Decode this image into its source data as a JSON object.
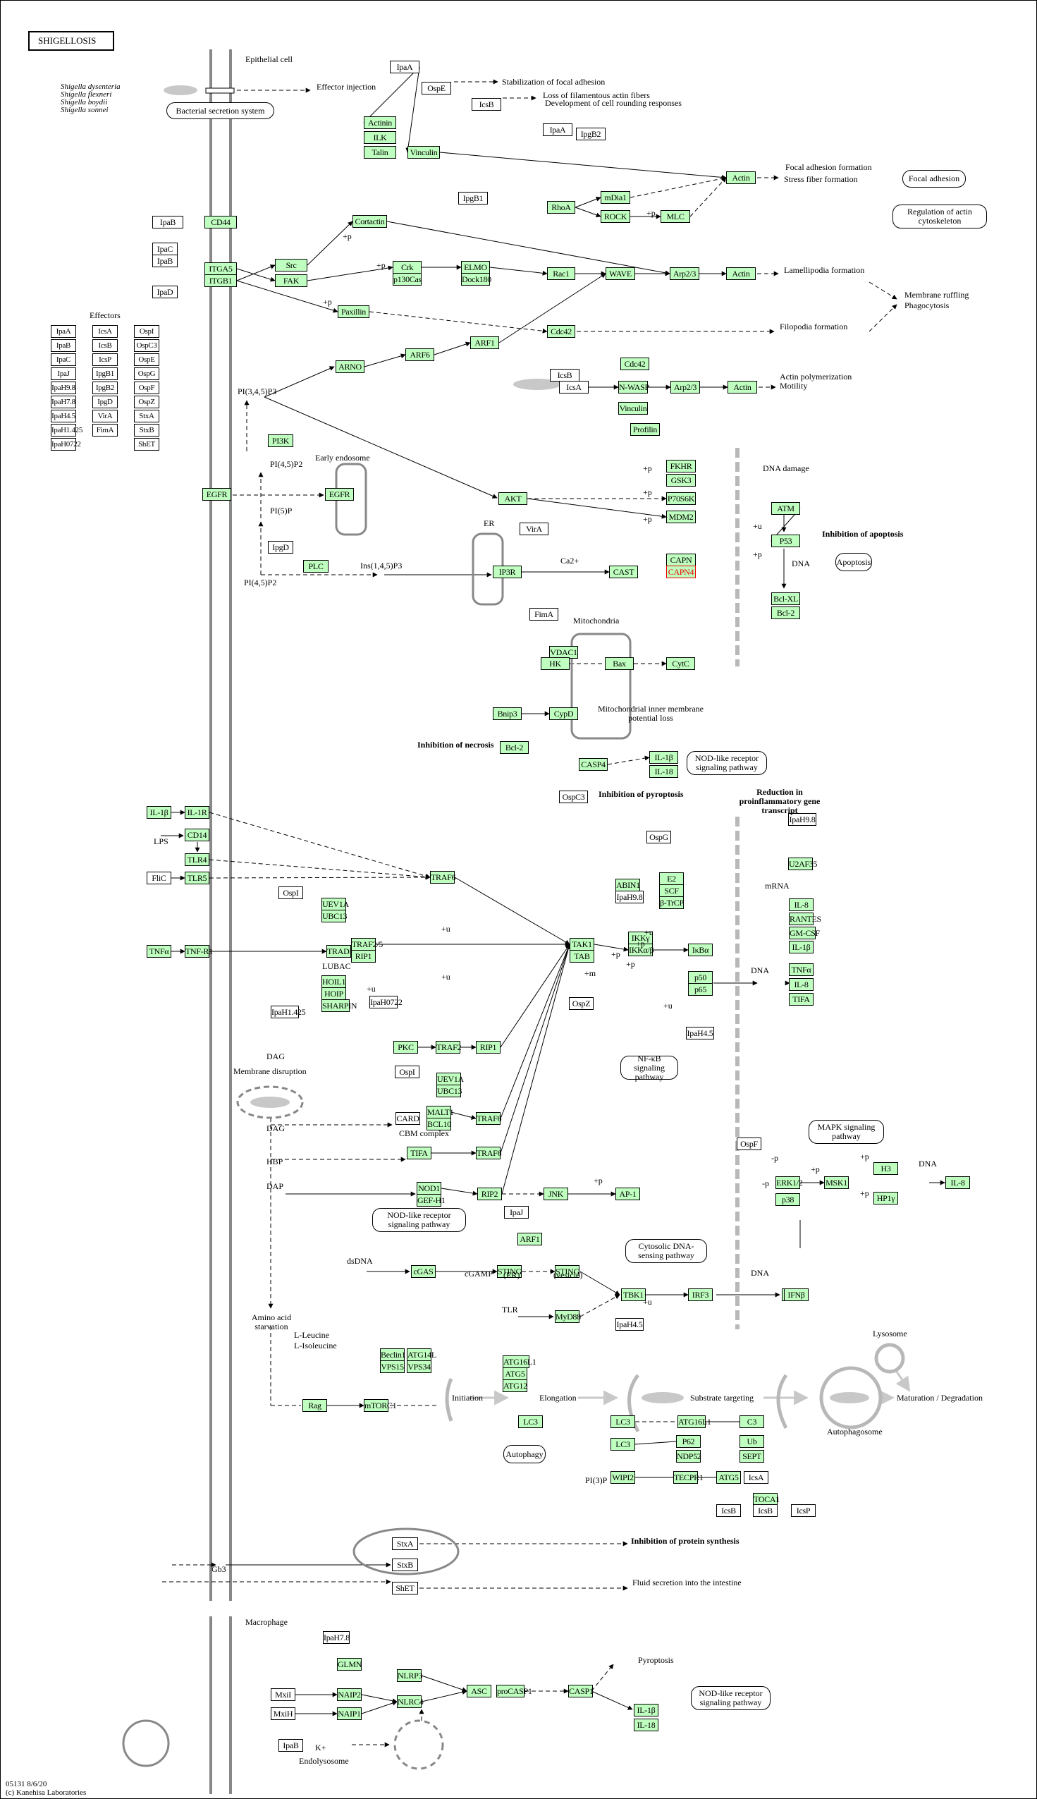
{
  "title": "SHIGELLOSIS",
  "footer": {
    "id_line": "05131 8/6/20",
    "copyright": "(c) Kanehisa Laboratories"
  },
  "species": [
    "Shigella dysenteria",
    "Shigella flexneri",
    "Shigella boydii",
    "Shigella sonnei"
  ],
  "colors": {
    "gene": "#bfffbf",
    "highlight": "#ee0000",
    "membrane": "#888888",
    "dashed_barrier": "#b8b8b8"
  },
  "effectors": {
    "title": "Effectors",
    "col1": [
      "IpaA",
      "IpaB",
      "IpaC",
      "IpaJ",
      "IpaH9.8",
      "IpaH7.8",
      "IpaH4.5",
      "IpaH1.425",
      "IpaH0722"
    ],
    "col2": [
      "IcsA",
      "IcsB",
      "IcsP",
      "IpgB1",
      "IpgB2",
      "IpgD",
      "VirA",
      "FimA"
    ],
    "col3": [
      "OspI",
      "OspC3",
      "OspE",
      "OspG",
      "OspF",
      "OspZ",
      "StxA",
      "StxB",
      "ShET"
    ]
  },
  "pathway_maps": {
    "bacterial_secretion": "Bacterial secretion system",
    "focal_adhesion": "Focal adhesion",
    "actin_cytoskeleton": "Regulation of actin cytoskeleton",
    "apoptosis": "Apoptosis",
    "nod_like_1": "NOD-like receptor signaling pathway",
    "nfkb": "NF-κB signaling pathway",
    "mapk": "MAPK signaling pathway",
    "nod_like_2": "NOD-like receptor signaling pathway",
    "cytosolic_dna": "Cytosolic DNA-sensing pathway",
    "autophagy": "Autophagy",
    "nod_like_3": "NOD-like receptor signaling pathway"
  },
  "labels": {
    "epithelial_cell": "Epithelial cell",
    "effector_injection": "Effector injection",
    "stabilization": "Stabilization of focal adhesion",
    "loss_fibers": "Loss of filamentous actin fibers",
    "cell_rounding": "Development of cell rounding responses",
    "focal_formation": "Focal adhesion formation",
    "stress_fiber": "Stress fiber formation",
    "lamellipodia": "Lamellipodia formation",
    "filopodia": "Filopodia formation",
    "membrane_ruffling": "Membrane ruffling",
    "phagocytosis": "Phagocytosis",
    "actin_poly": "Actin polymerization",
    "motility": "Motility",
    "pi345p3": "PI(3,4,5)P3",
    "pi45p2_a": "PI(4,5)P2",
    "pi5p": "PI(5)P",
    "pi45p2_b": "PI(4,5)P2",
    "ins145p3": "Ins(1,4,5)P3",
    "early_endosome": "Early endosome",
    "er": "ER",
    "ca2": "Ca2+",
    "dna_damage": "DNA damage",
    "inhibition_apoptosis": "Inhibition of apoptosis",
    "dna_a": "DNA",
    "mitochondria": "Mitochondria",
    "mito_loss": "Mitochondrial inner membrane potential loss",
    "inhibition_necrosis": "Inhibition of necrosis",
    "inhibition_pyroptosis": "Inhibition of pyroptosis",
    "reduction": "Reduction in proinflammatory gene transcript",
    "lps": "LPS",
    "mrna": "mRNA",
    "dna_b": "DNA",
    "lubac": "LUBAC",
    "membrane_disruption": "Membrane disruption",
    "dag1": "DAG",
    "dag2": "DAG",
    "hbp": "HBP",
    "dap": "DAP",
    "cbm": "CBM complex",
    "dsdna": "dsDNA",
    "cgamp": "cGAMP",
    "er2": "(ER)",
    "vesicle": "(vesicle)",
    "tlr": "TLR",
    "dna_c": "DNA",
    "dna_d": "DNA",
    "amino_acid": "Amino acid starvation",
    "leucine": "L-Leucine",
    "isoleucine": "L-Isoleucine",
    "initiation": "Initiation",
    "elongation": "Elongation",
    "substrate": "Substrate targeting",
    "maturation": "Maturation / Degradation",
    "lysosome": "Lysosome",
    "autophagosome": "Autophagosome",
    "pi3p": "PI(3)P",
    "inhibition_protein": "Inhibition of protein synthesis",
    "fluid_secretion": "Fluid secretion into the intestine",
    "gb3": "Gb3",
    "macrophage": "Macrophage",
    "pyroptosis": "Pyroptosis",
    "k_plus": "K+",
    "endolysosome": "Endolysosome",
    "p_plus": "+p",
    "u_plus": "+u",
    "m_plus": "+m",
    "p_minus": "-p"
  },
  "nodes": [
    {
      "id": "ipaB_a",
      "label": "IpaB",
      "type": "effector"
    },
    {
      "id": "cd44",
      "label": "CD44",
      "type": "gene"
    },
    {
      "id": "ipaC",
      "label": "IpaC",
      "type": "effector"
    },
    {
      "id": "ipaB_b",
      "label": "IpaB",
      "type": "effector"
    },
    {
      "id": "ipaD",
      "label": "IpaD",
      "type": "effector"
    },
    {
      "id": "itga5",
      "label": "ITGA5",
      "type": "gene"
    },
    {
      "id": "itgb1",
      "label": "ITGB1",
      "type": "gene"
    },
    {
      "id": "src",
      "label": "Src",
      "type": "gene"
    },
    {
      "id": "fak",
      "label": "FAK",
      "type": "gene"
    },
    {
      "id": "ipaA_a",
      "label": "IpaA",
      "type": "effector"
    },
    {
      "id": "ospE",
      "label": "OspE",
      "type": "effector"
    },
    {
      "id": "icsB_a",
      "label": "IcsB",
      "type": "effector"
    },
    {
      "id": "actinin",
      "label": "Actinin",
      "type": "gene"
    },
    {
      "id": "ilk",
      "label": "ILK",
      "type": "gene"
    },
    {
      "id": "talin",
      "label": "Talin",
      "type": "gene"
    },
    {
      "id": "vinculin_a",
      "label": "Vinculin",
      "type": "gene"
    },
    {
      "id": "cortactin",
      "label": "Cortactin",
      "type": "gene"
    },
    {
      "id": "crk",
      "label": "Crk",
      "type": "gene"
    },
    {
      "id": "p130cas",
      "label": "p130Cas",
      "type": "gene"
    },
    {
      "id": "ipgB1",
      "label": "IpgB1",
      "type": "effector"
    },
    {
      "id": "elmo",
      "label": "ELMO",
      "type": "gene"
    },
    {
      "id": "dock180",
      "label": "Dock180",
      "type": "gene"
    },
    {
      "id": "paxillin",
      "label": "Paxillin",
      "type": "gene"
    },
    {
      "id": "ipaA_b",
      "label": "IpaA",
      "type": "effector"
    },
    {
      "id": "ipgB2",
      "label": "IpgB2",
      "type": "effector"
    },
    {
      "id": "rhoa",
      "label": "RhoA",
      "type": "gene"
    },
    {
      "id": "mdia1",
      "label": "mDia1",
      "type": "gene"
    },
    {
      "id": "rock",
      "label": "ROCK",
      "type": "gene"
    },
    {
      "id": "mlc",
      "label": "MLC",
      "type": "gene"
    },
    {
      "id": "actin_a",
      "label": "Actin",
      "type": "gene"
    },
    {
      "id": "rac1",
      "label": "Rac1",
      "type": "gene"
    },
    {
      "id": "wave",
      "label": "WAVE",
      "type": "gene"
    },
    {
      "id": "arp23_a",
      "label": "Arp2/3",
      "type": "gene"
    },
    {
      "id": "actin_b",
      "label": "Actin",
      "type": "gene"
    },
    {
      "id": "cdc42_a",
      "label": "Cdc42",
      "type": "gene"
    },
    {
      "id": "arno",
      "label": "ARNO",
      "type": "gene"
    },
    {
      "id": "arf6",
      "label": "ARF6",
      "type": "gene"
    },
    {
      "id": "arf1_a",
      "label": "ARF1",
      "type": "gene"
    },
    {
      "id": "cdc42_b",
      "label": "Cdc42",
      "type": "gene"
    },
    {
      "id": "icsB_b",
      "label": "IcsB",
      "type": "effector"
    },
    {
      "id": "icsA_a",
      "label": "IcsA",
      "type": "effector"
    },
    {
      "id": "nwasp",
      "label": "N-WASP",
      "type": "gene"
    },
    {
      "id": "arp23_b",
      "label": "Arp2/3",
      "type": "gene"
    },
    {
      "id": "actin_c",
      "label": "Actin",
      "type": "gene"
    },
    {
      "id": "vinculin_b",
      "label": "Vinculin",
      "type": "gene"
    },
    {
      "id": "profilin",
      "label": "Profilin",
      "type": "gene"
    },
    {
      "id": "pi3k",
      "label": "PI3K",
      "type": "gene"
    },
    {
      "id": "egfr_a",
      "label": "EGFR",
      "type": "gene"
    },
    {
      "id": "egfr_b",
      "label": "EGFR",
      "type": "gene"
    },
    {
      "id": "ipgD",
      "label": "IpgD",
      "type": "effector"
    },
    {
      "id": "plc",
      "label": "PLC",
      "type": "gene"
    },
    {
      "id": "akt",
      "label": "AKT",
      "type": "gene"
    },
    {
      "id": "fkhr",
      "label": "FKHR",
      "type": "gene"
    },
    {
      "id": "gsk3",
      "label": "GSK3",
      "type": "gene"
    },
    {
      "id": "p70s6k",
      "label": "P70S6K",
      "type": "gene"
    },
    {
      "id": "mdm2",
      "label": "MDM2",
      "type": "gene"
    },
    {
      "id": "ip3r",
      "label": "IP3R",
      "type": "gene"
    },
    {
      "id": "virA",
      "label": "VirA",
      "type": "effector"
    },
    {
      "id": "cast",
      "label": "CAST",
      "type": "gene"
    },
    {
      "id": "capn",
      "label": "CAPN",
      "type": "gene"
    },
    {
      "id": "capn4",
      "label": "CAPN4",
      "type": "gene-highlight"
    },
    {
      "id": "atm",
      "label": "ATM",
      "type": "gene"
    },
    {
      "id": "p53",
      "label": "P53",
      "type": "gene"
    },
    {
      "id": "bclxl",
      "label": "Bcl-XL",
      "type": "gene"
    },
    {
      "id": "bcl2_a",
      "label": "Bcl-2",
      "type": "gene"
    },
    {
      "id": "fimA",
      "label": "FimA",
      "type": "effector"
    },
    {
      "id": "vdac1",
      "label": "VDAC1",
      "type": "gene"
    },
    {
      "id": "hk",
      "label": "HK",
      "type": "gene"
    },
    {
      "id": "bax",
      "label": "Bax",
      "type": "gene"
    },
    {
      "id": "cytc",
      "label": "CytC",
      "type": "gene"
    },
    {
      "id": "bnip3",
      "label": "Bnip3",
      "type": "gene"
    },
    {
      "id": "cypd",
      "label": "CypD",
      "type": "gene"
    },
    {
      "id": "bcl2_b",
      "label": "Bcl-2",
      "type": "gene"
    },
    {
      "id": "casp4",
      "label": "CASP4",
      "type": "gene"
    },
    {
      "id": "il1b_a",
      "label": "IL-1β",
      "type": "gene"
    },
    {
      "id": "il18_a",
      "label": "IL-18",
      "type": "gene"
    },
    {
      "id": "ospC3",
      "label": "OspC3",
      "type": "effector"
    },
    {
      "id": "il1b_b",
      "label": "IL-1β",
      "type": "gene"
    },
    {
      "id": "il1r",
      "label": "IL-1R",
      "type": "gene"
    },
    {
      "id": "cd14",
      "label": "CD14",
      "type": "gene"
    },
    {
      "id": "tlr4",
      "label": "TLR4",
      "type": "gene"
    },
    {
      "id": "flic",
      "label": "FliC",
      "type": "effector"
    },
    {
      "id": "tlr5",
      "label": "TLR5",
      "type": "gene"
    },
    {
      "id": "traf6_a",
      "label": "TRAF6",
      "type": "gene"
    },
    {
      "id": "ospI_a",
      "label": "OspI",
      "type": "effector"
    },
    {
      "id": "uev1a_a",
      "label": "UEV1A",
      "type": "gene"
    },
    {
      "id": "ubc13_a",
      "label": "UBC13",
      "type": "gene"
    },
    {
      "id": "tnfa_a",
      "label": "TNFα",
      "type": "gene"
    },
    {
      "id": "tnfr1",
      "label": "TNF-R1",
      "type": "gene"
    },
    {
      "id": "tradd",
      "label": "TRADD",
      "type": "gene"
    },
    {
      "id": "traf25",
      "label": "TRAF2/5",
      "type": "gene"
    },
    {
      "id": "rip1_a",
      "label": "RIP1",
      "type": "gene"
    },
    {
      "id": "hoil1",
      "label": "HOIL1",
      "type": "gene"
    },
    {
      "id": "hoip",
      "label": "HOIP",
      "type": "gene"
    },
    {
      "id": "sharpin",
      "label": "SHARPIN",
      "type": "gene"
    },
    {
      "id": "ipaH1425",
      "label": "IpaH1.425",
      "type": "effector"
    },
    {
      "id": "ipaH0722",
      "label": "IpaH0722",
      "type": "effector"
    },
    {
      "id": "tak1",
      "label": "TAK1",
      "type": "gene"
    },
    {
      "id": "tab",
      "label": "TAB",
      "type": "gene"
    },
    {
      "id": "ospZ",
      "label": "OspZ",
      "type": "effector"
    },
    {
      "id": "abin1",
      "label": "ABIN1",
      "type": "gene"
    },
    {
      "id": "ipaH98_a",
      "label": "IpaH9.8",
      "type": "effector"
    },
    {
      "id": "ikkg",
      "label": "IKKγ",
      "type": "gene"
    },
    {
      "id": "ikkab",
      "label": "IKKα/β",
      "type": "gene"
    },
    {
      "id": "ospG",
      "label": "OspG",
      "type": "effector"
    },
    {
      "id": "e2",
      "label": "E2",
      "type": "gene"
    },
    {
      "id": "scf",
      "label": "SCF",
      "type": "gene"
    },
    {
      "id": "btrcp",
      "label": "β-TrCP",
      "type": "gene"
    },
    {
      "id": "ikba",
      "label": "IκBα",
      "type": "gene"
    },
    {
      "id": "p50",
      "label": "p50",
      "type": "gene"
    },
    {
      "id": "p65",
      "label": "p65",
      "type": "gene"
    },
    {
      "id": "ipaH45_a",
      "label": "IpaH4.5",
      "type": "effector"
    },
    {
      "id": "ipaH98_b",
      "label": "IpaH9.8",
      "type": "effector"
    },
    {
      "id": "u2af35",
      "label": "U2AF35",
      "type": "gene"
    },
    {
      "id": "il8_a",
      "label": "IL-8",
      "type": "gene"
    },
    {
      "id": "rantes",
      "label": "RANTES",
      "type": "gene"
    },
    {
      "id": "gmcsf",
      "label": "GM-CSF",
      "type": "gene"
    },
    {
      "id": "il1b_c",
      "label": "IL-1β",
      "type": "gene"
    },
    {
      "id": "tnfa_b",
      "label": "TNFα",
      "type": "gene"
    },
    {
      "id": "il8_b",
      "label": "IL-8",
      "type": "gene"
    },
    {
      "id": "tifa_a",
      "label": "TIFA",
      "type": "gene"
    },
    {
      "id": "pkc",
      "label": "PKC",
      "type": "gene"
    },
    {
      "id": "traf2",
      "label": "TRAF2",
      "type": "gene"
    },
    {
      "id": "rip1_b",
      "label": "RIP1",
      "type": "gene"
    },
    {
      "id": "ospI_b",
      "label": "OspI",
      "type": "effector"
    },
    {
      "id": "uev1a_b",
      "label": "UEV1A",
      "type": "gene"
    },
    {
      "id": "ubc13_b",
      "label": "UBC13",
      "type": "gene"
    },
    {
      "id": "card",
      "label": "CARD",
      "type": "effector"
    },
    {
      "id": "malt1",
      "label": "MALT1",
      "type": "gene"
    },
    {
      "id": "bcl10",
      "label": "BCL10",
      "type": "gene"
    },
    {
      "id": "traf6_b",
      "label": "TRAF6",
      "type": "gene"
    },
    {
      "id": "tifa_b",
      "label": "TIFA",
      "type": "gene"
    },
    {
      "id": "traf6_c",
      "label": "TRAF6",
      "type": "gene"
    },
    {
      "id": "nod1",
      "label": "NOD1",
      "type": "gene"
    },
    {
      "id": "gefh1",
      "label": "GEF-H1",
      "type": "gene"
    },
    {
      "id": "rip2",
      "label": "RIP2",
      "type": "gene"
    },
    {
      "id": "jnk",
      "label": "JNK",
      "type": "gene"
    },
    {
      "id": "ap1",
      "label": "AP-1",
      "type": "gene"
    },
    {
      "id": "ipaJ",
      "label": "IpaJ",
      "type": "effector"
    },
    {
      "id": "arf1_b",
      "label": "ARF1",
      "type": "gene"
    },
    {
      "id": "ospF",
      "label": "OspF",
      "type": "effector"
    },
    {
      "id": "erk12",
      "label": "ERK1/2",
      "type": "gene"
    },
    {
      "id": "p38",
      "label": "p38",
      "type": "gene"
    },
    {
      "id": "msk1",
      "label": "MSK1",
      "type": "gene"
    },
    {
      "id": "h3",
      "label": "H3",
      "type": "gene"
    },
    {
      "id": "hp1y",
      "label": "HP1γ",
      "type": "gene"
    },
    {
      "id": "il8_c",
      "label": "IL-8",
      "type": "gene"
    },
    {
      "id": "cgas",
      "label": "cGAS",
      "type": "gene"
    },
    {
      "id": "sting_er",
      "label": "STING",
      "type": "gene"
    },
    {
      "id": "sting_v",
      "label": "STING",
      "type": "gene"
    },
    {
      "id": "tbk1",
      "label": "TBK1",
      "type": "gene"
    },
    {
      "id": "irf3",
      "label": "IRF3",
      "type": "gene"
    },
    {
      "id": "ifnb_a",
      "label": "IFNβ",
      "type": "gene"
    },
    {
      "id": "myd88",
      "label": "MyD88",
      "type": "gene"
    },
    {
      "id": "ipaH45_b",
      "label": "IpaH4.5",
      "type": "effector"
    },
    {
      "id": "ifnb_b",
      "label": "IFNβ",
      "type": "gene"
    },
    {
      "id": "beclin1",
      "label": "Beclin1",
      "type": "gene"
    },
    {
      "id": "atg14l",
      "label": "ATG14L",
      "type": "gene"
    },
    {
      "id": "vps15",
      "label": "VPS15",
      "type": "gene"
    },
    {
      "id": "vps34",
      "label": "VPS34",
      "type": "gene"
    },
    {
      "id": "atg16l1_a",
      "label": "ATG16L1",
      "type": "gene"
    },
    {
      "id": "atg5_a",
      "label": "ATG5",
      "type": "gene"
    },
    {
      "id": "atg12",
      "label": "ATG12",
      "type": "gene"
    },
    {
      "id": "rag",
      "label": "Rag",
      "type": "gene"
    },
    {
      "id": "mtorc1",
      "label": "mTORC1",
      "type": "gene"
    },
    {
      "id": "lc3_a",
      "label": "LC3",
      "type": "gene"
    },
    {
      "id": "lc3_b",
      "label": "LC3",
      "type": "gene"
    },
    {
      "id": "atg16l1_b",
      "label": "ATG16L1",
      "type": "gene"
    },
    {
      "id": "c3",
      "label": "C3",
      "type": "gene"
    },
    {
      "id": "lc3_c",
      "label": "LC3",
      "type": "gene"
    },
    {
      "id": "p62",
      "label": "P62",
      "type": "gene"
    },
    {
      "id": "ndp52",
      "label": "NDP52",
      "type": "gene"
    },
    {
      "id": "ub",
      "label": "Ub",
      "type": "gene"
    },
    {
      "id": "sept",
      "label": "SEPT",
      "type": "gene"
    },
    {
      "id": "wipi2",
      "label": "WIPI2",
      "type": "gene"
    },
    {
      "id": "tecpr1",
      "label": "TECPR1",
      "type": "gene"
    },
    {
      "id": "atg5_b",
      "label": "ATG5",
      "type": "gene"
    },
    {
      "id": "icsA_b",
      "label": "IcsA",
      "type": "effector"
    },
    {
      "id": "toca1",
      "label": "TOCA1",
      "type": "gene"
    },
    {
      "id": "icsB_c",
      "label": "IcsB",
      "type": "effector"
    },
    {
      "id": "icsB_d",
      "label": "IcsB",
      "type": "effector"
    },
    {
      "id": "icsP",
      "label": "IcsP",
      "type": "effector"
    },
    {
      "id": "stxA",
      "label": "StxA",
      "type": "effector"
    },
    {
      "id": "stxB",
      "label": "StxB",
      "type": "effector"
    },
    {
      "id": "shET",
      "label": "ShET",
      "type": "effector"
    },
    {
      "id": "ipaH78",
      "label": "IpaH7.8",
      "type": "effector"
    },
    {
      "id": "glmn",
      "label": "GLMN",
      "type": "gene"
    },
    {
      "id": "nlrp3",
      "label": "NLRP3",
      "type": "gene"
    },
    {
      "id": "mxiI",
      "label": "MxiI",
      "type": "effector"
    },
    {
      "id": "naip2",
      "label": "NAIP2",
      "type": "gene"
    },
    {
      "id": "mxiH",
      "label": "MxiH",
      "type": "effector"
    },
    {
      "id": "naip1",
      "label": "NAIP1",
      "type": "gene"
    },
    {
      "id": "nlrc4",
      "label": "NLRC4",
      "type": "gene"
    },
    {
      "id": "asc",
      "label": "ASC",
      "type": "gene"
    },
    {
      "id": "procasp1",
      "label": "proCASP1",
      "type": "gene"
    },
    {
      "id": "casp1",
      "label": "CASP1",
      "type": "gene"
    },
    {
      "id": "il1b_d",
      "label": "IL-1β",
      "type": "gene"
    },
    {
      "id": "il18_b",
      "label": "IL-18",
      "type": "gene"
    },
    {
      "id": "ipaB_c",
      "label": "IpaB",
      "type": "effector"
    }
  ]
}
